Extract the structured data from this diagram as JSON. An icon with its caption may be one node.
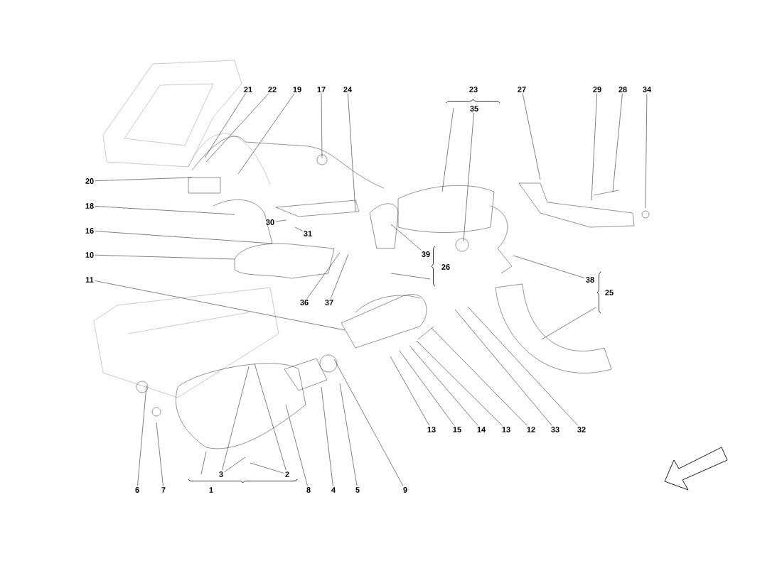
{
  "diagram": {
    "nodes": [
      {
        "text": [
          "21"
        ]
      },
      {
        "text": [
          "22"
        ]
      },
      {
        "text": [
          "19"
        ]
      },
      {
        "text": [
          "17"
        ]
      },
      {
        "text": [
          "24"
        ]
      },
      {
        "text": [
          "35"
        ]
      },
      {
        "text": [
          "27"
        ]
      },
      {
        "text": [
          "29"
        ]
      },
      {
        "text": [
          "28"
        ]
      },
      {
        "text": [
          "34"
        ]
      },
      {
        "text": [
          "20"
        ]
      },
      {
        "text": [
          "18"
        ]
      },
      {
        "text": [
          "16"
        ]
      },
      {
        "text": [
          "30"
        ]
      },
      {
        "text": [
          "31"
        ]
      },
      {
        "text": [
          "10"
        ]
      },
      {
        "text": [
          "39"
        ]
      },
      {
        "text": [
          "36"
        ]
      },
      {
        "text": [
          "37"
        ]
      },
      {
        "text": [
          "11"
        ]
      },
      {
        "text": [
          "38"
        ]
      },
      {
        "text": [
          "13"
        ]
      },
      {
        "text": [
          "15"
        ]
      },
      {
        "text": [
          "14"
        ]
      },
      {
        "text": [
          "13"
        ]
      },
      {
        "text": [
          "12"
        ]
      },
      {
        "text": [
          "33"
        ]
      },
      {
        "text": [
          "32"
        ]
      },
      {
        "text": [
          "3"
        ]
      },
      {
        "text": [
          "2"
        ]
      },
      {
        "text": [
          "6"
        ]
      },
      {
        "text": [
          "7"
        ]
      },
      {
        "text": [
          "8"
        ]
      },
      {
        "text": [
          "4"
        ]
      },
      {
        "text": [
          "5"
        ]
      },
      {
        "text": [
          "9"
        ]
      }
    ],
    "edges": [
      {
        "from": 0,
        "to": null,
        "arrow": "none"
      },
      {
        "from": 1,
        "to": null,
        "arrow": "none"
      },
      {
        "from": 2,
        "to": null,
        "arrow": "none"
      },
      {
        "from": 3,
        "to": null,
        "arrow": "none"
      },
      {
        "from": 4,
        "to": null,
        "arrow": "none"
      },
      {
        "from": 5,
        "to": null,
        "arrow": "none"
      },
      {
        "from": 6,
        "to": null,
        "arrow": "none"
      },
      {
        "from": 7,
        "to": null,
        "arrow": "none"
      },
      {
        "from": 8,
        "to": null,
        "arrow": "none"
      },
      {
        "from": 9,
        "to": null,
        "arrow": "none"
      },
      {
        "from": 10,
        "to": null,
        "arrow": "none"
      },
      {
        "from": 11,
        "to": null,
        "arrow": "none"
      },
      {
        "from": 12,
        "to": null,
        "arrow": "none"
      },
      {
        "from": 13,
        "to": null,
        "arrow": "none"
      },
      {
        "from": 14,
        "to": null,
        "arrow": "none"
      },
      {
        "from": 15,
        "to": null,
        "arrow": "none"
      },
      {
        "from": 16,
        "to": null,
        "arrow": "none"
      },
      {
        "from": 17,
        "to": null,
        "arrow": "none"
      },
      {
        "from": 18,
        "to": null,
        "arrow": "none"
      },
      {
        "from": 19,
        "to": null,
        "arrow": "none"
      },
      {
        "from": 20,
        "to": null,
        "arrow": "none"
      },
      {
        "from": 21,
        "to": null,
        "arrow": "none"
      },
      {
        "from": 22,
        "to": null,
        "arrow": "none"
      },
      {
        "from": 23,
        "to": null,
        "arrow": "none"
      },
      {
        "from": 24,
        "to": null,
        "arrow": "none"
      },
      {
        "from": 25,
        "to": null,
        "arrow": "none"
      },
      {
        "from": 26,
        "to": null,
        "arrow": "none"
      },
      {
        "from": 27,
        "to": null,
        "arrow": "none"
      },
      {
        "from": 28,
        "to": null,
        "arrow": "none"
      },
      {
        "from": 28,
        "to": null,
        "arrow": "none"
      },
      {
        "from": 29,
        "to": null,
        "arrow": "none"
      },
      {
        "from": 29,
        "to": null,
        "arrow": "none"
      },
      {
        "from": 30,
        "to": null,
        "arrow": "none"
      },
      {
        "from": 31,
        "to": null,
        "arrow": "none"
      },
      {
        "from": 32,
        "to": null,
        "arrow": "none"
      },
      {
        "from": 33,
        "to": null,
        "arrow": "none"
      },
      {
        "from": 34,
        "to": null,
        "arrow": "none"
      },
      {
        "from": 35,
        "to": null,
        "arrow": "none"
      }
    ],
    "labels": [
      "23",
      "26",
      "25",
      "1"
    ]
  }
}
